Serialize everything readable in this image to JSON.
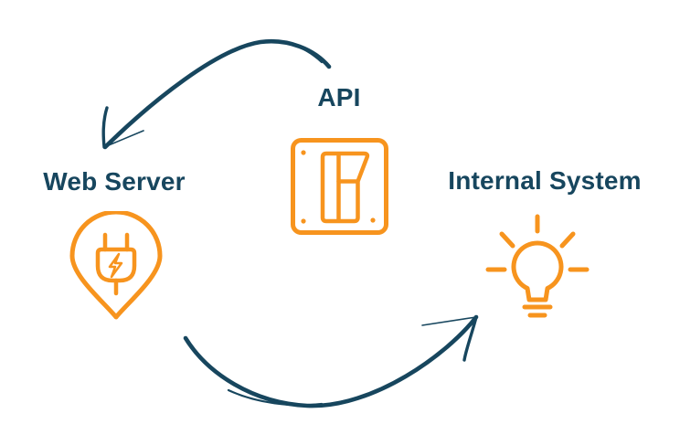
{
  "colors": {
    "accent_orange": "#F7941E",
    "navy": "#17465E",
    "background": "#FFFFFF"
  },
  "diagram": {
    "nodes": [
      {
        "id": "web-server",
        "label": "Web Server",
        "icon": "location-pin-power-plug-icon"
      },
      {
        "id": "api",
        "label": "API",
        "icon": "wall-switch-icon"
      },
      {
        "id": "internal-system",
        "label": "Internal System",
        "icon": "lightbulb-icon"
      }
    ],
    "edges": [
      {
        "from": "api",
        "to": "web-server",
        "style": "hand-drawn curved arrow, counter-clockwise top"
      },
      {
        "from": "web-server",
        "to": "internal-system",
        "style": "hand-drawn curved arrow, counter-clockwise bottom"
      }
    ]
  }
}
